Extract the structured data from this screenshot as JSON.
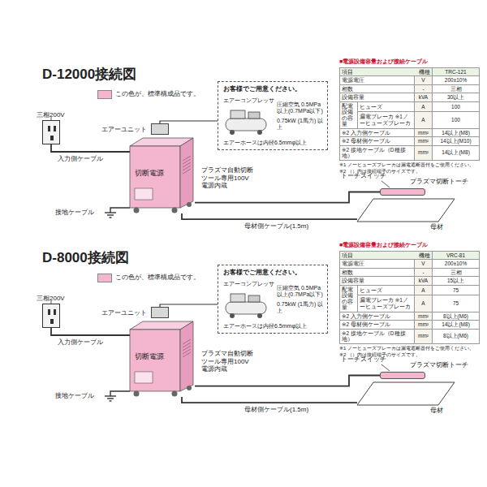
{
  "diagram": {
    "nodes": [
      {
        "text": [
          "お客様でご用意ください。",
          "圧縮空気 0.5MPa以上(0.7MPa以下)",
          "0.75kW (1馬力) 以上",
          "エアーホースは内径6.5mmφ以上"
        ]
      },
      {
        "text": [
          "エアーコンプレッサ"
        ],
        "in": 0
      },
      {
        "text": [
          "エアーユニット"
        ]
      },
      {
        "text": [
          "切断電源"
        ]
      },
      {
        "text": [
          "三相200V"
        ]
      },
      {
        "text": [
          "プラズマ切断トーチ"
        ]
      },
      {
        "text": [
          "母材"
        ]
      },
      {
        "text": [
          "お客様でご用意ください。",
          "圧縮空気 0.5MPa以上(0.7MPa以下)",
          "0.75kW (1馬力) 以上",
          "エアーホースは内径6.5mmφ以上"
        ]
      },
      {
        "text": [
          "エアーコンプレッサ"
        ],
        "in": 7
      },
      {
        "text": [
          "エアーユニット"
        ]
      },
      {
        "text": [
          "切断電源"
        ]
      },
      {
        "text": [
          "三相200V"
        ]
      },
      {
        "text": [
          "プラズマ切断トーチ"
        ]
      },
      {
        "text": [
          "母材"
        ]
      }
    ],
    "edges": [
      {
        "from": 1,
        "to": 2,
        "arrow": "none"
      },
      {
        "from": 4,
        "to": 3,
        "arrow": "none",
        "label": "入力側ケーブル"
      },
      {
        "from": 3,
        "to": 5,
        "arrow": "none"
      },
      {
        "from": 3,
        "to": 6,
        "arrow": "none",
        "label": "母材側ケーブル(1.5m)"
      },
      {
        "from": 8,
        "to": 9,
        "arrow": "none"
      },
      {
        "from": 11,
        "to": 10,
        "arrow": "none",
        "label": "入力側ケーブル"
      },
      {
        "from": 10,
        "to": 12,
        "arrow": "none"
      },
      {
        "from": 10,
        "to": 13,
        "arrow": "none",
        "label": "母材側ケーブル(1.5m)"
      }
    ],
    "labels": [
      "D-12000接続図",
      "接地ケーブル",
      "プラズマ自動切断ツール専用100V電源内蔵",
      "トーチスイッチ",
      "■電源設備容量および接続ケーブル",
      "機種",
      "項目",
      "TRC-121",
      "電源電圧",
      "V",
      "200±10%",
      "相数",
      "-",
      "三相",
      "設備容量",
      "kVA",
      "30以上",
      "配電設備の容量",
      "ヒューズ",
      "A",
      "100",
      "漏電ブレーカ ※1ノーヒューズブレーカ",
      "A",
      "100",
      "※2 入力側ケーブル",
      "mm²",
      "14以上(M8)",
      "※2 母材側ケーブル",
      "mm²",
      "14以上(M10)",
      "※2 接地ケーブル（D種接地）",
      "mm²",
      "14以上(M8)",
      "※1 ノーヒューズブレーカは漏電遮断器付をご使用ください。",
      "※2 （）内は接続端子のサイズです。",
      "D-8000接続図",
      "接地ケーブル",
      "プラズマ自動切断ツール専用100V電源内蔵",
      "トーチスイッチ",
      "■電源設備容量および接続ケーブル",
      "機種",
      "項目",
      "VRC-81",
      "電源電圧",
      "V",
      "200±10%",
      "相数",
      "-",
      "三相",
      "設備容量",
      "kVA",
      "15以上",
      "配電設備の容量",
      "ヒューズ",
      "A",
      "75",
      "漏電ブレーカ ※1ノーヒューズブレーカ",
      "A",
      "75",
      "※2 入力側ケーブル",
      "mm²",
      "8以上(M6)",
      "※2 母材側ケーブル",
      "mm²",
      "14以上(M8)",
      "※2 接地ケーブル（D種接地）",
      "mm²",
      "8以上(M6)",
      "※1 ノーヒューズブレーカは漏電遮断器付をご使用ください。",
      "※2 （）内は接続端子のサイズです。"
    ],
    "legend": [
      {
        "text": "この色が、標準構成品です。",
        "color": "#f4b6cf"
      },
      {
        "text": "この色が、標準構成品です。",
        "color": "#f4b6cf"
      }
    ]
  }
}
